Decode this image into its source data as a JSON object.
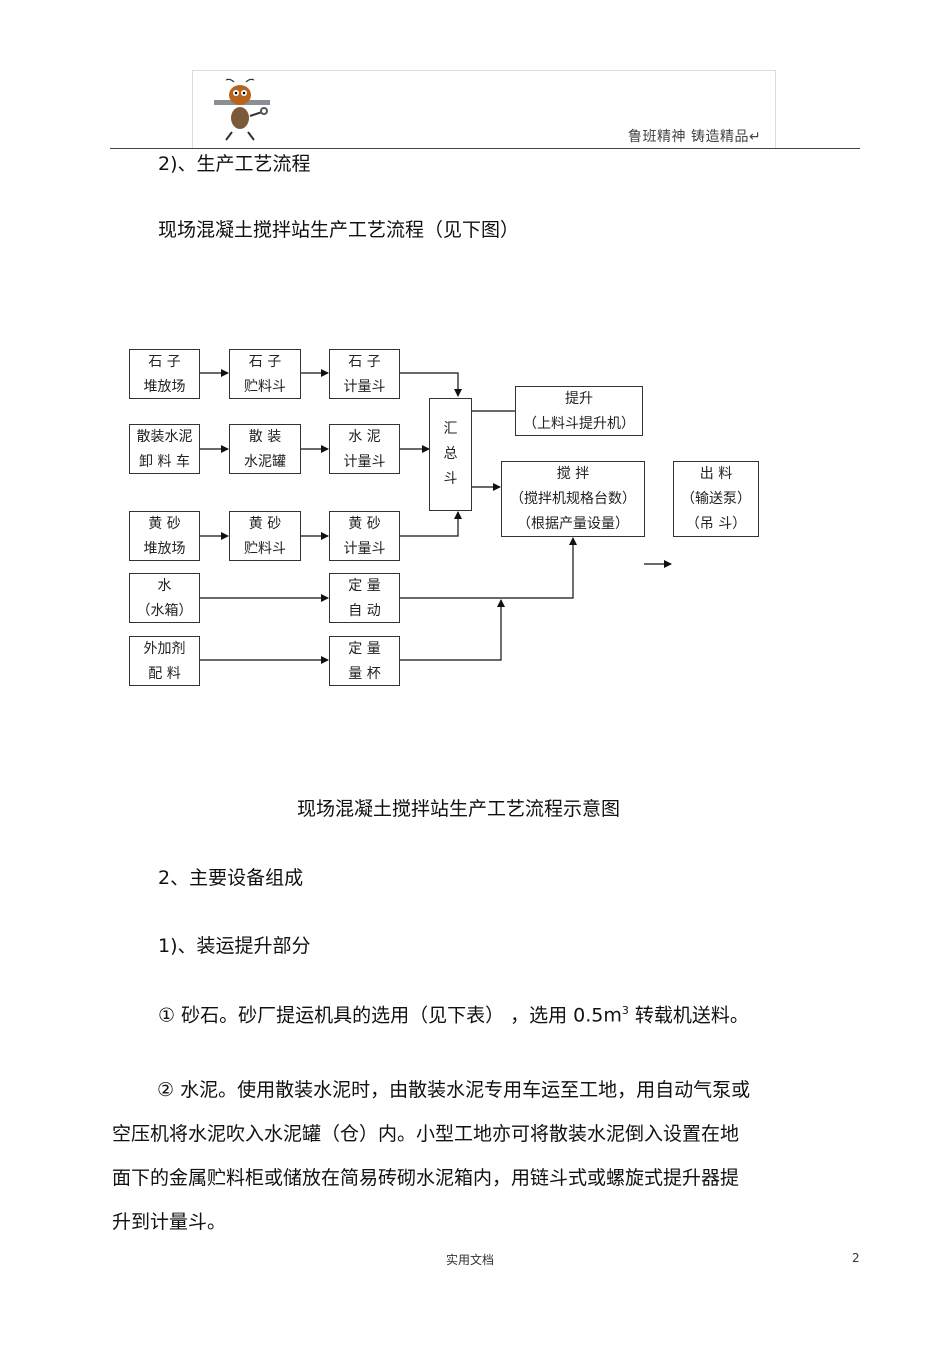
{
  "header": {
    "motto": "鲁班精神  铸造精品↵",
    "logo": "ant-mascot-logo"
  },
  "section": {
    "title": "2)、生产工艺流程",
    "intro": "现场混凝土搅拌站生产工艺流程（见下图）"
  },
  "diagram": {
    "nodes": {
      "stone_pile": [
        "石  子",
        "堆放场"
      ],
      "stone_hopper": [
        "石    子",
        "贮料斗"
      ],
      "stone_meter": [
        "石    子",
        "计量斗"
      ],
      "cement_truck": [
        "散装水泥",
        "卸  料  车"
      ],
      "cement_tank": [
        "散    装",
        "水泥罐"
      ],
      "cement_meter": [
        "水    泥",
        "计量斗"
      ],
      "sand_pile": [
        "黄    砂",
        "堆放场"
      ],
      "sand_hopper": [
        "黄    砂",
        "贮料斗"
      ],
      "sand_meter": [
        "黄    砂",
        "计量斗"
      ],
      "water": [
        "水",
        "（水箱）"
      ],
      "water_meter": [
        "定        量",
        "自        动"
      ],
      "additive": [
        "外加剂",
        "配    料"
      ],
      "additive_meter": [
        "定        量",
        "量        杯"
      ],
      "collector": [
        "汇",
        "总",
        "斗"
      ],
      "lift": [
        "提升",
        "（上料斗提升机）"
      ],
      "mixer": [
        "搅        拌",
        "（搅拌机规格台数）",
        "（根据产量设量）"
      ],
      "output": [
        "出    料",
        "（输送泵）",
        "（吊      斗）"
      ]
    },
    "caption": "现场混凝土搅拌站生产工艺流程示意图"
  },
  "content": {
    "heading2": "2、主要设备组成",
    "heading3": "1)、装运提升部分",
    "item1_pre": "①  砂石。砂厂提运机具的选用（见下表）   ，选用  0.5m",
    "item1_sup": "3",
    "item1_post": " 转载机送料。",
    "item2_line1": "②  水泥。使用散装水泥时，由散装水泥专用车运至工地，用自动气泵或",
    "item2_line2": "空压机将水泥吹入水泥罐（仓）内。小型工地亦可将散装水泥倒入设置在地",
    "item2_line3": "面下的金属贮料柜或储放在简易砖砌水泥箱内，用链斗式或螺旋式提升器提",
    "item2_line4": "升到计量斗。"
  },
  "footer": {
    "center": "实用文档",
    "page_number": "2"
  }
}
